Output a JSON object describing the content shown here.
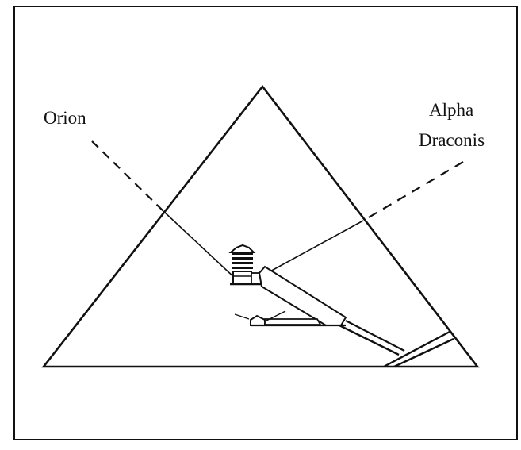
{
  "labels": {
    "orion": "Orion",
    "alpha_line1": "Alpha",
    "alpha_line2": "Draconis"
  },
  "colors": {
    "ink": "#111111",
    "background": "#ffffff"
  }
}
